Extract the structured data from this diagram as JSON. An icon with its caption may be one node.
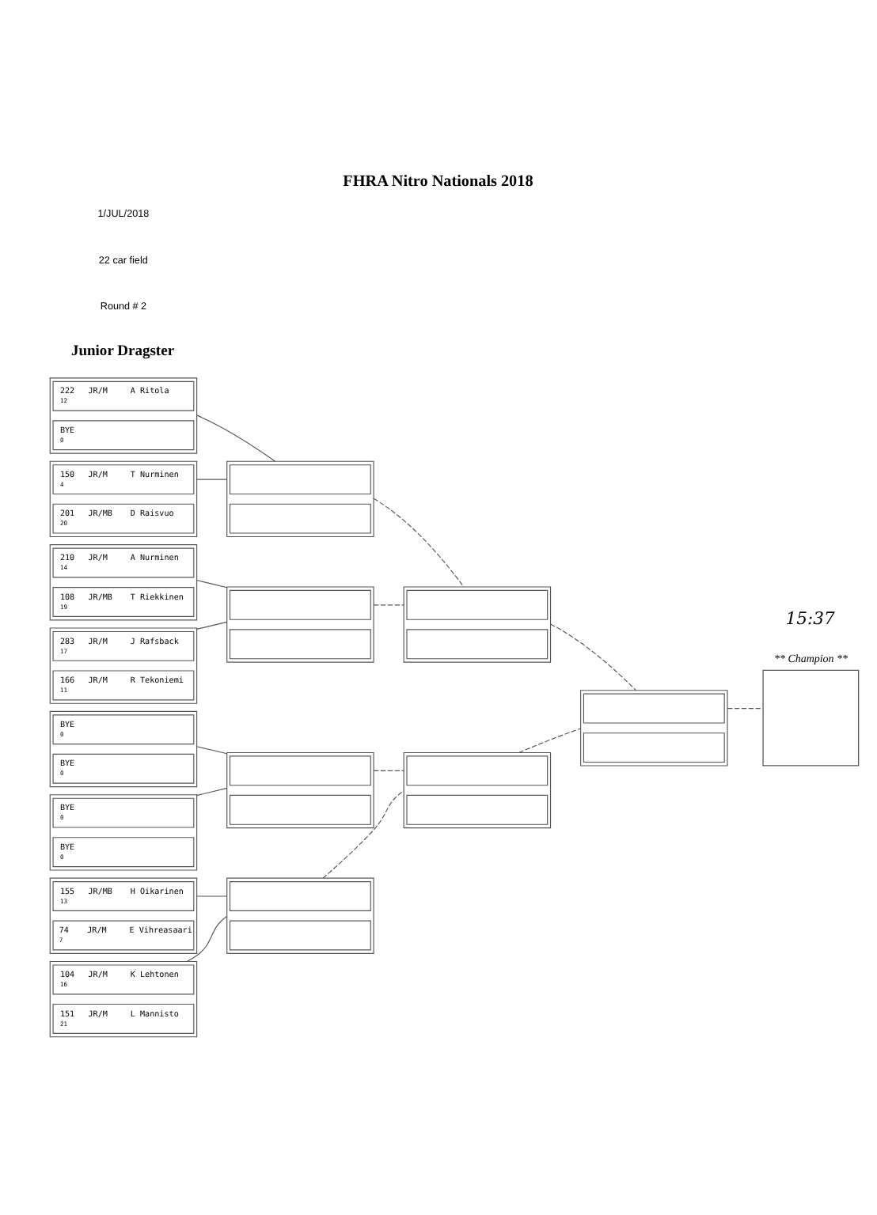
{
  "diagram": {
    "title": "FHRA Nitro Nationals 2018",
    "nodes": [
      {
        "text": [],
        "shape": "box"
      },
      {
        "text": [
          "222",
          "JR/M",
          "A Ritola",
          "12"
        ],
        "in": 0
      },
      {
        "text": [
          "BYE",
          "0"
        ],
        "in": 0
      },
      {
        "text": [],
        "shape": "box"
      },
      {
        "text": [
          "150",
          "JR/M",
          "T Nurminen",
          "4"
        ],
        "in": 3
      },
      {
        "text": [
          "201",
          "JR/MB",
          "D Raisvuo",
          "20"
        ],
        "in": 3
      },
      {
        "text": [],
        "shape": "box"
      },
      {
        "text": [
          "210",
          "JR/M",
          "A Nurminen",
          "14"
        ],
        "in": 6
      },
      {
        "text": [
          "108",
          "JR/MB",
          "T Riekkinen",
          "19"
        ],
        "in": 6
      },
      {
        "text": [],
        "shape": "box"
      },
      {
        "text": [
          "283",
          "JR/M",
          "J Rafsback",
          "17"
        ],
        "in": 9
      },
      {
        "text": [
          "166",
          "JR/M",
          "R Tekoniemi",
          "11"
        ],
        "in": 9
      },
      {
        "text": [],
        "shape": "box"
      },
      {
        "text": [
          "155",
          "JR/MB",
          "H Oikarinen",
          "13"
        ],
        "in": 12
      },
      {
        "text": [
          "74",
          "JR/M",
          "E Vihreasaari",
          "7"
        ],
        "in": 12
      },
      {
        "text": [],
        "shape": "box"
      },
      {
        "text": [
          "104",
          "JR/M",
          "K Lehtonen",
          "16"
        ],
        "in": 15
      },
      {
        "text": [
          "151",
          "JR/M",
          "L Mannisto",
          "21"
        ],
        "in": 15
      },
      {
        "text": [],
        "shape": "box"
      },
      {
        "text": [
          "BYE",
          "0"
        ],
        "in": 18
      },
      {
        "text": [
          "BYE",
          "0"
        ],
        "in": 18
      },
      {
        "text": [],
        "shape": "box"
      },
      {
        "text": [
          "BYE",
          "0"
        ],
        "in": 21
      },
      {
        "text": [
          "BYE",
          "0"
        ],
        "in": 21
      },
      {
        "text": [],
        "shape": "box"
      },
      {
        "text": [],
        "shape": "box",
        "in": 24
      },
      {
        "text": [],
        "shape": "box",
        "in": 24
      },
      {
        "text": [],
        "shape": "box"
      },
      {
        "text": [],
        "shape": "box",
        "in": 27
      },
      {
        "text": [],
        "shape": "box",
        "in": 27
      },
      {
        "text": [],
        "shape": "box"
      },
      {
        "text": [],
        "shape": "box",
        "in": 30
      },
      {
        "text": [],
        "shape": "box",
        "in": 30
      },
      {
        "text": [],
        "shape": "box"
      },
      {
        "text": [],
        "shape": "box",
        "in": 33
      },
      {
        "text": [],
        "shape": "box",
        "in": 33
      },
      {
        "text": [],
        "shape": "box"
      },
      {
        "text": [],
        "shape": "box",
        "in": 36
      },
      {
        "text": [],
        "shape": "box",
        "in": 36
      },
      {
        "text": [],
        "shape": "box"
      },
      {
        "text": [],
        "shape": "box",
        "in": 39
      },
      {
        "text": [],
        "shape": "box",
        "in": 39
      },
      {
        "text": [],
        "shape": "box"
      },
      {
        "text": [],
        "shape": "box",
        "in": 42
      },
      {
        "text": [],
        "shape": "box",
        "in": 42
      },
      {
        "text": [
          "** Champion **"
        ]
      }
    ],
    "edges": [
      {
        "from": 0,
        "to": 24,
        "arrow": "none"
      },
      {
        "from": 3,
        "to": 24,
        "arrow": "none"
      },
      {
        "from": 6,
        "to": 27,
        "arrow": "none"
      },
      {
        "from": 9,
        "to": 27,
        "arrow": "none"
      },
      {
        "from": 12,
        "to": 30,
        "arrow": "none"
      },
      {
        "from": 15,
        "to": 30,
        "arrow": "none"
      },
      {
        "from": 18,
        "to": 33,
        "arrow": "none"
      },
      {
        "from": 21,
        "to": 33,
        "arrow": "none"
      },
      {
        "from": 24,
        "to": 36,
        "arrow": "none",
        "style": "dashed"
      },
      {
        "from": 27,
        "to": 36,
        "arrow": "none",
        "style": "dashed"
      },
      {
        "from": 30,
        "to": 39,
        "arrow": "none",
        "style": "dashed"
      },
      {
        "from": 33,
        "to": 39,
        "arrow": "none",
        "style": "dashed"
      },
      {
        "from": 36,
        "to": 42,
        "arrow": "none",
        "style": "dashed"
      },
      {
        "from": 39,
        "to": 42,
        "arrow": "none",
        "style": "dashed"
      },
      {
        "from": 42,
        "to": 45,
        "arrow": "none",
        "style": "dashed"
      }
    ],
    "labels": [
      "1/JUL/2018",
      "22 car field",
      "Round # 2",
      "Junior Dragster",
      "15:37"
    ]
  }
}
